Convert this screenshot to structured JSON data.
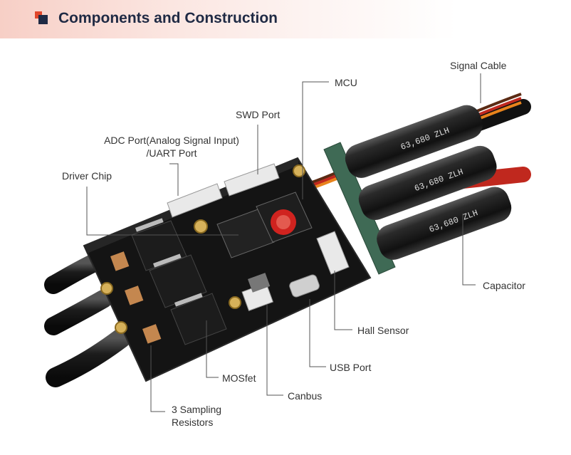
{
  "header": {
    "title": "Components and Construction"
  },
  "labels": {
    "signal_cable": "Signal Cable",
    "mcu": "MCU",
    "swd_port": "SWD Port",
    "adc_port_line1": "ADC Port(Analog Signal Input)",
    "adc_port_line2": "/UART Port",
    "driver_chip": "Driver Chip",
    "capacitor": "Capacitor",
    "hall_sensor": "Hall Sensor",
    "usb_port": "USB Port",
    "mosfet": "MOSfet",
    "canbus": "Canbus",
    "sampling_line1": "3 Sampling",
    "sampling_line2": "Resistors"
  },
  "capacitor_marking": "63,680 ZLH",
  "colors": {
    "header_accent_red": "#e0462a",
    "header_accent_dark": "#1f2a44",
    "pcb": "#141414",
    "capacitor_body": "#1a1a1a",
    "wire_red": "#c0281e",
    "wire_orange": "#e8831c",
    "wire_yellow": "#e8c21c",
    "chip_red": "#d0231f"
  }
}
